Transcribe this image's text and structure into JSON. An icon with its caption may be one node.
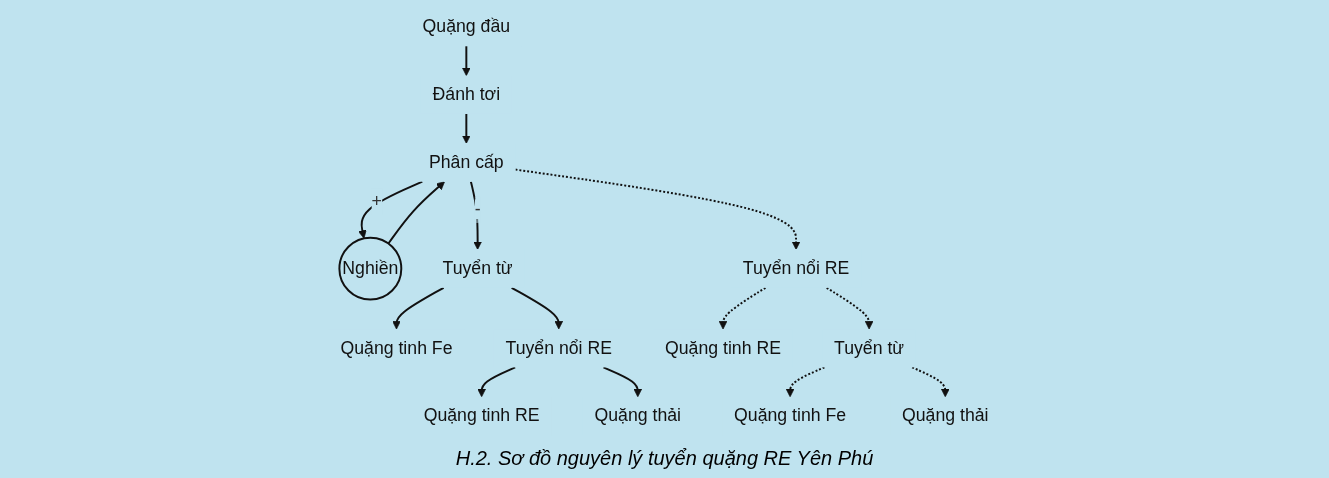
{
  "diagram": {
    "caption": "H.2. Sơ đồ nguyên lý tuyển quặng RE Yên Phú",
    "nodes": [
      {
        "text": [
          "Quặng đầu"
        ]
      },
      {
        "text": [
          "Đánh tơi"
        ]
      },
      {
        "text": [
          "Phân cấp"
        ]
      },
      {
        "text": [
          "Nghiền"
        ]
      },
      {
        "text": [
          "Tuyển từ"
        ]
      },
      {
        "text": [
          "Quặng tinh Fe"
        ]
      },
      {
        "text": [
          "Tuyển nổi RE"
        ]
      },
      {
        "text": [
          "Quặng tinh RE"
        ]
      },
      {
        "text": [
          "Quặng thải"
        ]
      },
      {
        "text": [
          "Tuyển nổi RE"
        ]
      },
      {
        "text": [
          "Quặng tinh RE"
        ]
      },
      {
        "text": [
          "Tuyển từ"
        ]
      },
      {
        "text": [
          "Quặng tinh Fe"
        ]
      },
      {
        "text": [
          "Quặng thải"
        ]
      }
    ],
    "edges": [
      {
        "from": 0,
        "to": 1,
        "arrow": "to"
      },
      {
        "from": 1,
        "to": 2,
        "arrow": "to"
      },
      {
        "from": 2,
        "to": 3,
        "arrow": "to",
        "label": "+"
      },
      {
        "from": 3,
        "to": 2,
        "arrow": "to"
      },
      {
        "from": 2,
        "to": 4,
        "arrow": "to",
        "label": "-"
      },
      {
        "from": 2,
        "to": 9,
        "arrow": "to",
        "style": "dashed"
      },
      {
        "from": 4,
        "to": 5,
        "arrow": "to"
      },
      {
        "from": 4,
        "to": 6,
        "arrow": "to"
      },
      {
        "from": 6,
        "to": 7,
        "arrow": "to"
      },
      {
        "from": 6,
        "to": 8,
        "arrow": "to"
      },
      {
        "from": 9,
        "to": 10,
        "arrow": "to",
        "style": "dashed"
      },
      {
        "from": 9,
        "to": 11,
        "arrow": "to",
        "style": "dashed"
      },
      {
        "from": 11,
        "to": 12,
        "arrow": "to",
        "style": "dashed"
      },
      {
        "from": 11,
        "to": 13,
        "arrow": "to",
        "style": "dashed"
      }
    ]
  }
}
